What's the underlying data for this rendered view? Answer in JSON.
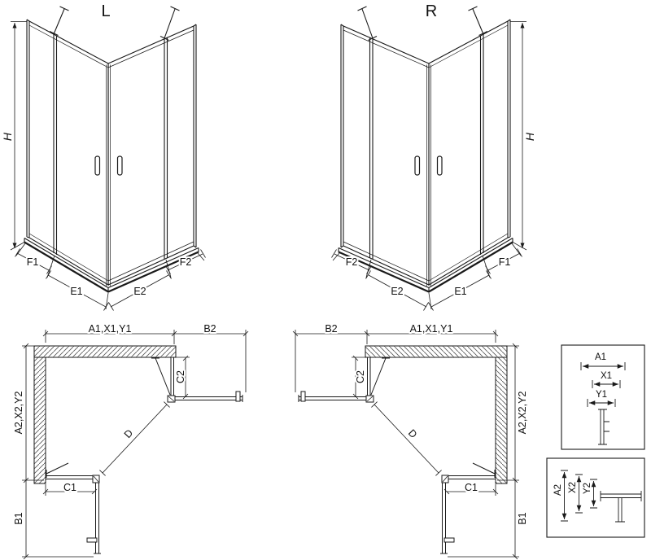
{
  "drawing": {
    "colors": {
      "line": "#1a1a1a",
      "background": "#ffffff"
    },
    "iso_left": {
      "title": "L",
      "height_dim": "H",
      "dims": [
        "F1",
        "E1",
        "E2",
        "F2"
      ]
    },
    "iso_right": {
      "title": "R",
      "height_dim": "H",
      "dims": [
        "F2",
        "E2",
        "E1",
        "F1"
      ]
    },
    "plan_left": {
      "dim_a1": "A1,X1,Y1",
      "dim_b2": "B2",
      "dim_a2": "A2,X2,Y2",
      "dim_b1": "B1",
      "dim_c2": "C2",
      "dim_c1": "C1",
      "dim_d": "D"
    },
    "plan_right": {
      "dim_a1": "A1,X1,Y1",
      "dim_b2": "B2",
      "dim_a2": "A2,X2,Y2",
      "dim_b1": "B1",
      "dim_c2": "C2",
      "dim_c1": "C1",
      "dim_d": "D"
    },
    "detail_top": {
      "dims": [
        "A1",
        "X1",
        "Y1"
      ]
    },
    "detail_bottom": {
      "dims": [
        "A2",
        "X2",
        "Y2"
      ]
    }
  }
}
